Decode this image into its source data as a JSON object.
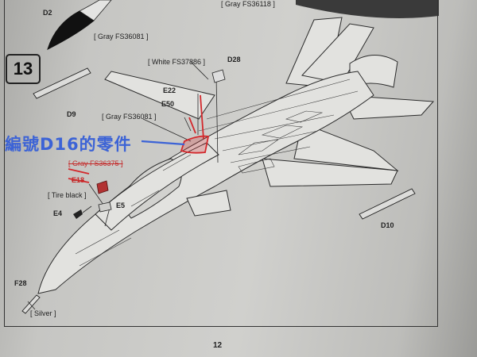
{
  "step_number": "13",
  "page_number": "12",
  "annotation_chinese": "編號D16的零件",
  "labels": {
    "d2": "D2",
    "gray_36081_top": "[ Gray  FS36081 ]",
    "gray_36118": "[ Gray  FS36118 ]",
    "white_37886": "[ White  FS37886 ]",
    "d28": "D28",
    "e22": "E22",
    "e50": "E50",
    "gray_36081_mid": "[ Gray  FS36081 ]",
    "d9": "D9",
    "gray_36375_struck": "[ Gray  FS36375 ]",
    "e18_struck": "E18",
    "tire_black": "[ Tire black ]",
    "e5": "E5",
    "e4": "E4",
    "d10": "D10",
    "f28": "F28",
    "silver": "[ Silver ]"
  },
  "colors": {
    "annotation_blue": "#3c63d6",
    "annotation_red": "#d3282c",
    "line_art": "#2b2b2b"
  }
}
